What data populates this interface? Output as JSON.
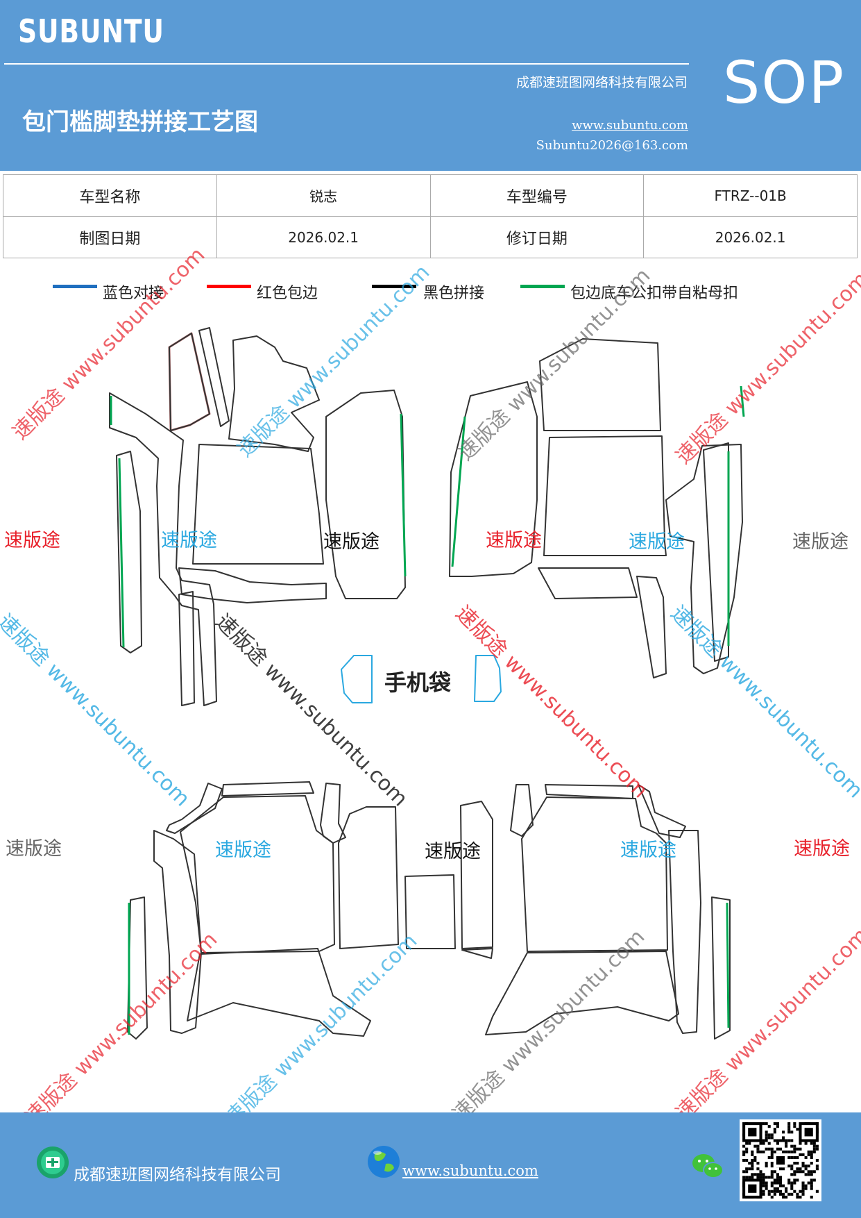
{
  "header": {
    "brand": "SUBUNTU",
    "company": "成都速班图网络科技有限公司",
    "title": "包门槛脚垫拼接工艺图",
    "website": "www.subuntu.com",
    "email": "Subuntu2026@163.com",
    "sop": "SOP"
  },
  "info_table": {
    "model_name_label": "车型名称",
    "model_name": "锐志",
    "model_code_label": "车型编号",
    "model_code": "FTRZ--01B",
    "draw_date_label": "制图日期",
    "draw_date": "2026.02.1",
    "revise_date_label": "修订日期",
    "revise_date": "2026.02.1"
  },
  "legend": [
    {
      "label": "蓝色对接",
      "color": "#1f6fbf"
    },
    {
      "label": "红色包边",
      "color": "#ff0000"
    },
    {
      "label": "黑色拼接",
      "color": "#000000"
    },
    {
      "label": "包边底车公扣带自粘母扣",
      "color": "#00a651"
    }
  ],
  "diagram": {
    "phone_pocket_label": "手机袋",
    "watermark_brand": "速版途",
    "watermark_text": "速版途 www.subuntu.com",
    "colors": {
      "outline": "#333333",
      "edge": "#c07a7a",
      "green": "#00a651",
      "blue_wm": "#2aa8e0",
      "red_wm": "#e8202a",
      "gray_wm": "#666666"
    }
  },
  "footer": {
    "company": "成都速班图网络科技有限公司",
    "website": "www.subuntu.com"
  }
}
